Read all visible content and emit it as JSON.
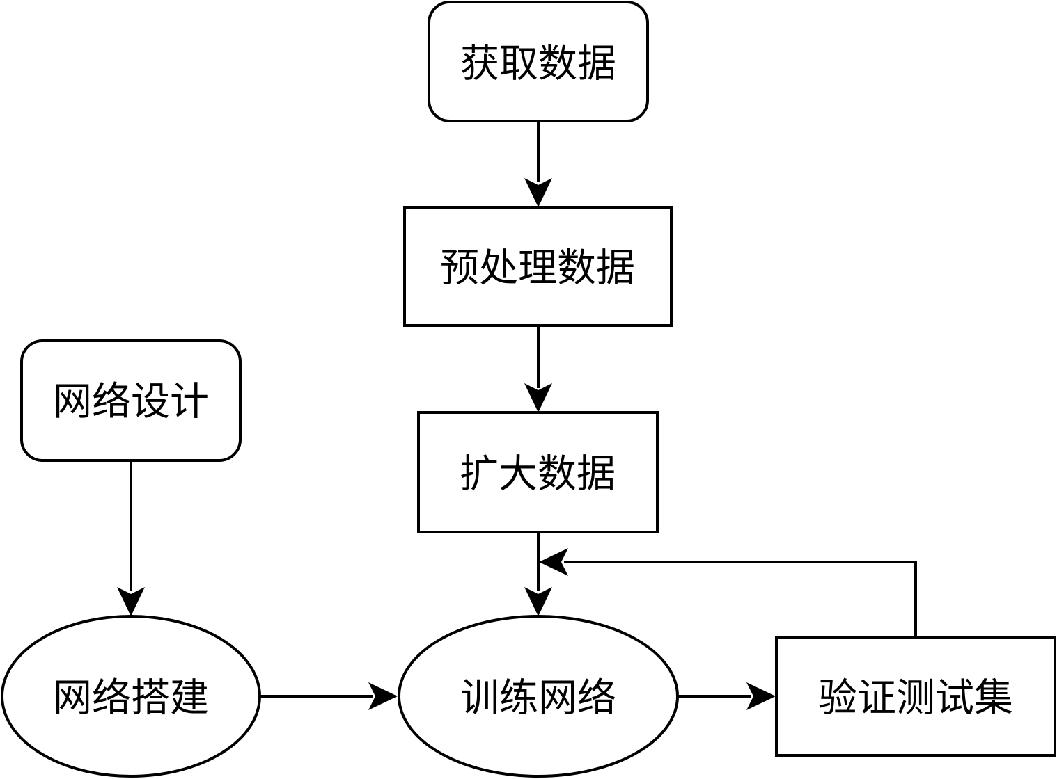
{
  "nodes": {
    "acquire": {
      "label": "获取数据",
      "shape": "rounded-rect"
    },
    "preprocess": {
      "label": "预处理数据",
      "shape": "rect"
    },
    "augment": {
      "label": "扩大数据",
      "shape": "rect"
    },
    "design": {
      "label": "网络设计",
      "shape": "rounded-rect"
    },
    "build": {
      "label": "网络搭建",
      "shape": "ellipse"
    },
    "train": {
      "label": "训练网络",
      "shape": "ellipse"
    },
    "validate": {
      "label": "验证测试集",
      "shape": "rect"
    }
  },
  "edges": [
    {
      "from": "acquire",
      "to": "preprocess"
    },
    {
      "from": "preprocess",
      "to": "augment"
    },
    {
      "from": "augment",
      "to": "train"
    },
    {
      "from": "design",
      "to": "build"
    },
    {
      "from": "build",
      "to": "train"
    },
    {
      "from": "train",
      "to": "validate"
    },
    {
      "from": "validate",
      "to": "train",
      "type": "feedback-loop"
    }
  ]
}
